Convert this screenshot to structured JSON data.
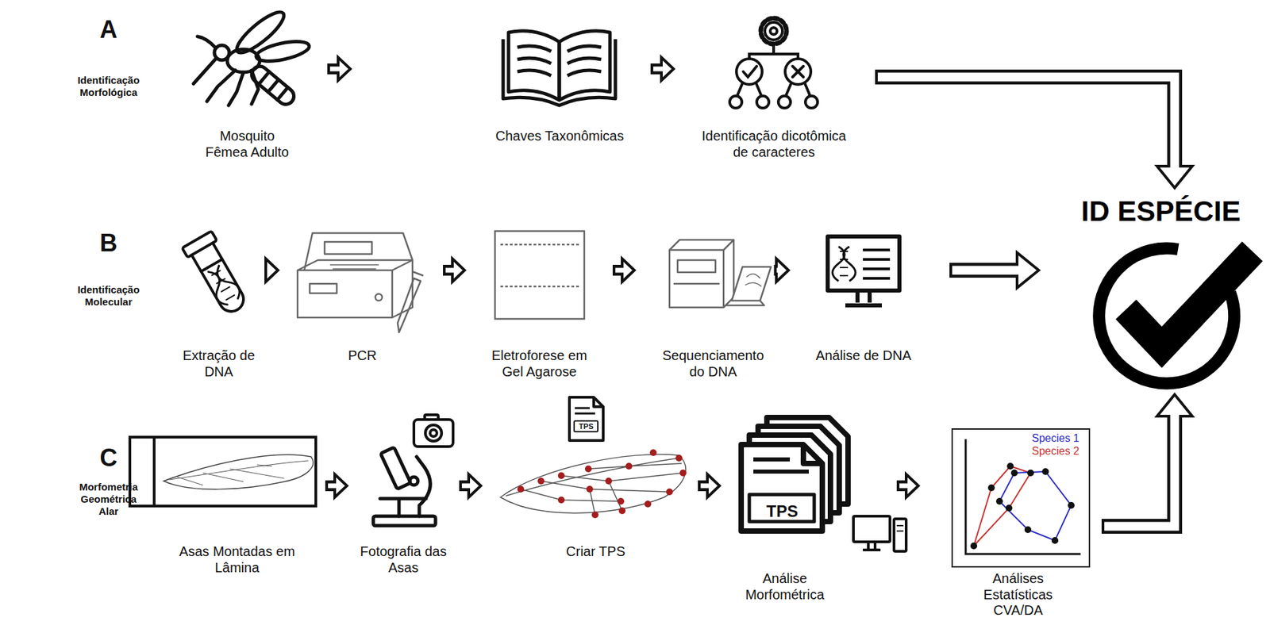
{
  "diagram": {
    "nodes": [
      {
        "text": [
          "Mosquito Fêmea Adulto"
        ]
      },
      {
        "text": [
          "Chaves Taxonômicas"
        ]
      },
      {
        "text": [
          "Identificação dicotômica de caracteres"
        ]
      },
      {
        "text": [
          "Extração de DNA"
        ]
      },
      {
        "text": [
          "PCR"
        ]
      },
      {
        "text": [
          "Eletroforese em Gel Agarose"
        ]
      },
      {
        "text": [
          "Sequenciamento do DNA"
        ]
      },
      {
        "text": [
          "Análise de DNA"
        ]
      },
      {
        "text": [
          "Asas Montadas em Lâmina"
        ]
      },
      {
        "text": [
          "Fotografia das Asas"
        ]
      },
      {
        "text": [
          "Criar TPS"
        ]
      },
      {
        "text": [
          "Análise Morfométrica"
        ]
      },
      {
        "text": [
          "Análises Estatísticas CVA/DA"
        ]
      },
      {
        "text": [
          "ID ESPÉCIE"
        ]
      }
    ],
    "edges": [
      {
        "from": 0,
        "to": 1,
        "arrow": "to"
      },
      {
        "from": 1,
        "to": 2,
        "arrow": "to"
      },
      {
        "from": 2,
        "to": 13,
        "arrow": "to"
      },
      {
        "from": 3,
        "to": 4,
        "arrow": "to"
      },
      {
        "from": 4,
        "to": 5,
        "arrow": "to"
      },
      {
        "from": 5,
        "to": 6,
        "arrow": "to"
      },
      {
        "from": 6,
        "to": 7,
        "arrow": "to"
      },
      {
        "from": 7,
        "to": 13,
        "arrow": "to"
      },
      {
        "from": 8,
        "to": 9,
        "arrow": "to"
      },
      {
        "from": 9,
        "to": 10,
        "arrow": "to"
      },
      {
        "from": 10,
        "to": 11,
        "arrow": "to"
      },
      {
        "from": 11,
        "to": 12,
        "arrow": "to"
      },
      {
        "from": 12,
        "to": 13,
        "arrow": "to"
      }
    ],
    "labels": [
      "A",
      "Identificação Morfológica",
      "B",
      "Identificação Molecular",
      "C",
      "Morfometria Geométrica Alar",
      "TPS",
      "TPS",
      "Species 1",
      "Species 2"
    ]
  }
}
